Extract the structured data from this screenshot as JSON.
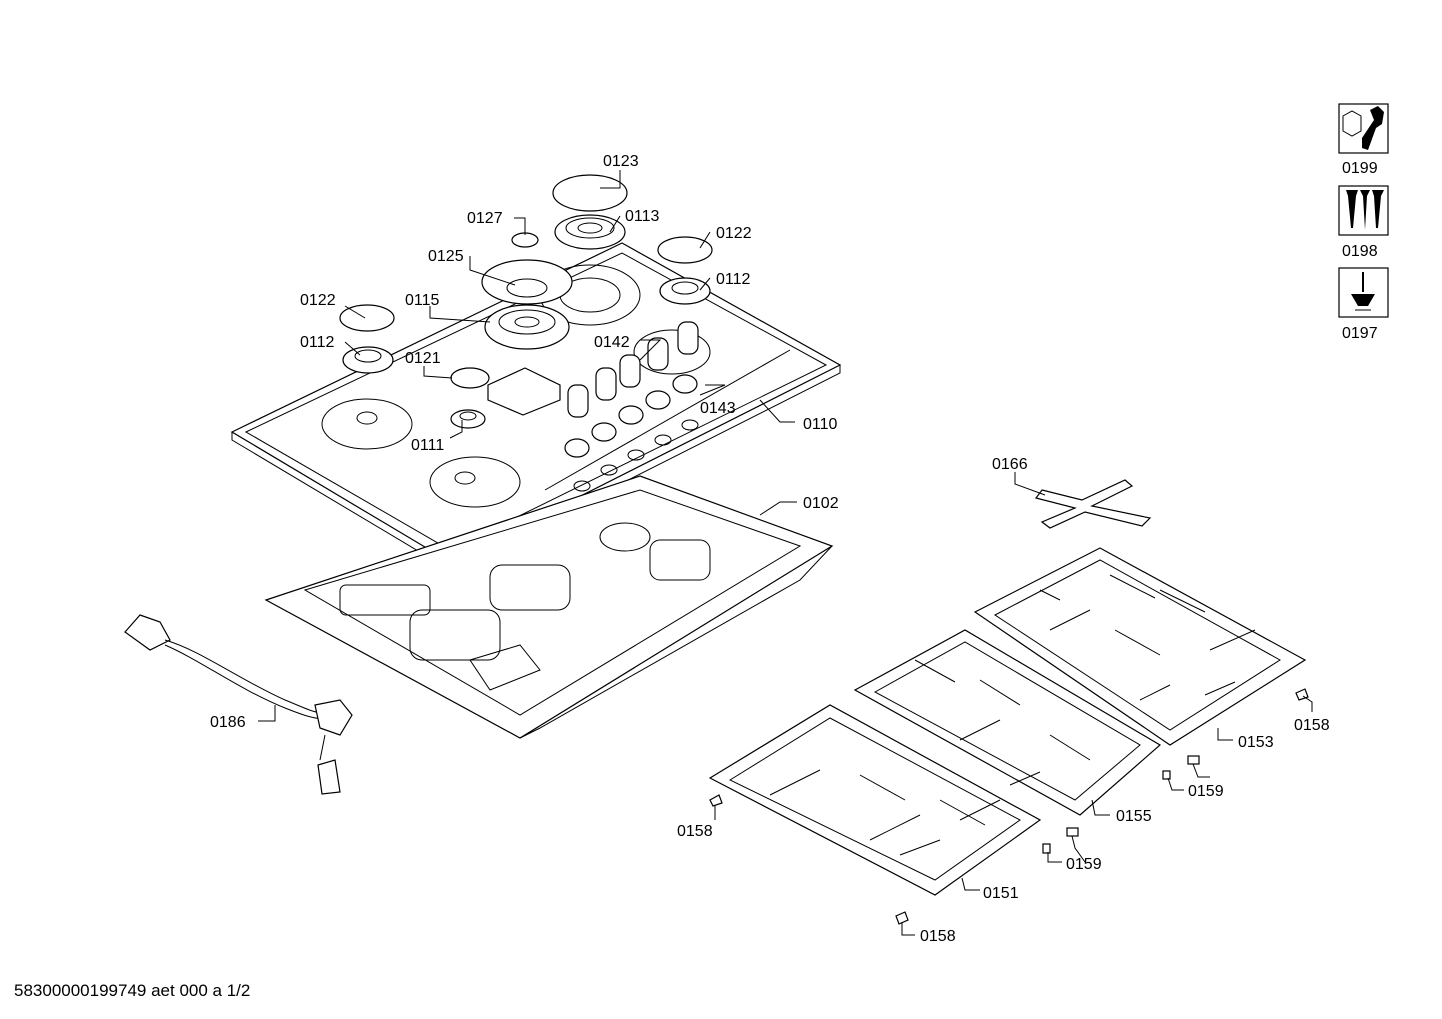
{
  "labels": {
    "p0123": "0123",
    "p0127": "0127",
    "p0113": "0113",
    "p0122a": "0122",
    "p0125": "0125",
    "p0112a": "0112",
    "p0122b": "0122",
    "p0115": "0115",
    "p0112b": "0112",
    "p0142": "0142",
    "p0121": "0121",
    "p0143": "0143",
    "p0110": "0110",
    "p0111": "0111",
    "p0102": "0102",
    "p0166": "0166",
    "p0186": "0186",
    "p0153": "0153",
    "p0158a": "0158",
    "p0159a": "0159",
    "p0155": "0155",
    "p0158b": "0158",
    "p0159b": "0159",
    "p0151": "0151",
    "p0158c": "0158"
  },
  "tools": [
    {
      "code": "0199",
      "icon": "wrench-nut-icon"
    },
    {
      "code": "0198",
      "icon": "screws-icon"
    },
    {
      "code": "0197",
      "icon": "screwdriver-icon"
    }
  ],
  "footer": "58300000199749 aet 000 a 1/2"
}
